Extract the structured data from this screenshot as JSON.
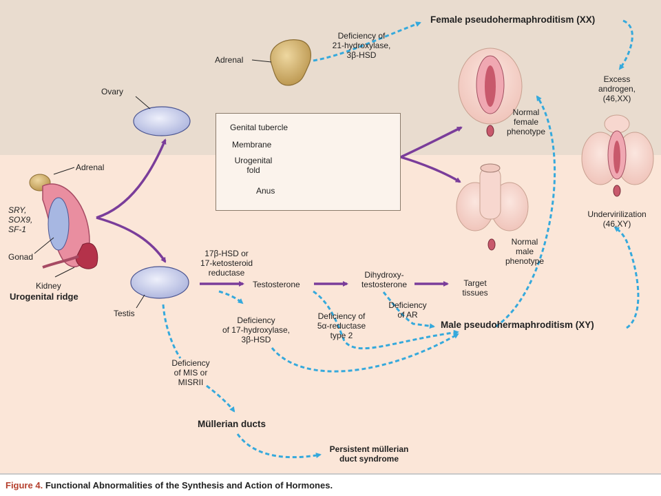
{
  "caption": {
    "figure": "Figure 4.",
    "title": "Functional Abnormalities of the Synthesis and Action of Hormones."
  },
  "structures": {
    "adrenal_top": "Adrenal",
    "ovary": "Ovary",
    "adrenal_left": "Adrenal",
    "genes": [
      "SRY,",
      "SOX9,",
      "SF-1"
    ],
    "gonad": "Gonad",
    "kidney": "Kidney",
    "urogenital_ridge": "Urogenital ridge",
    "testis": "Testis"
  },
  "inset": {
    "genital_tubercle": "Genital tubercle",
    "membrane": "Membrane",
    "urogenital_fold": [
      "Urogenital",
      "fold"
    ],
    "anus": "Anus"
  },
  "phenotypes": {
    "female": [
      "Normal",
      "female",
      "phenotype"
    ],
    "male": [
      "Normal",
      "male",
      "phenotype"
    ],
    "excess_androgen": [
      "Excess",
      "androgen,",
      "(46,XX)"
    ],
    "undervirilization": [
      "Undervirilization",
      "(46,XY)"
    ]
  },
  "syndromes": {
    "female_pseudo": "Female pseudohermaphroditism (XX)",
    "male_pseudo": "Male pseudohermaphroditism (XY)",
    "mullerian_ducts": "Müllerian ducts",
    "persistent": [
      "Persistent müllerian",
      "duct syndrome"
    ]
  },
  "pathway": {
    "enzyme": [
      "17β-HSD or",
      "17-ketosteroid",
      "reductase"
    ],
    "testosterone": "Testosterone",
    "dht": [
      "Dihydroxy-",
      "testosterone"
    ],
    "target": [
      "Target",
      "tissues"
    ]
  },
  "deficiencies": {
    "d21": [
      "Deficiency of",
      "21-hydroxylase,",
      "3β-HSD"
    ],
    "d17": [
      "Deficiency",
      "of 17-hydroxylase,",
      "3β-HSD"
    ],
    "d5a": [
      "Deficiency of",
      "5α-reductase",
      "type 2"
    ],
    "dar": [
      "Deficiency",
      "of AR"
    ],
    "dmis": [
      "Deficiency",
      "of MIS or",
      "MISRII"
    ]
  },
  "colors": {
    "purple_arrow": "#7a3d9a",
    "dashed_arrow": "#35a9dc",
    "caption_accent": "#b5402e"
  }
}
